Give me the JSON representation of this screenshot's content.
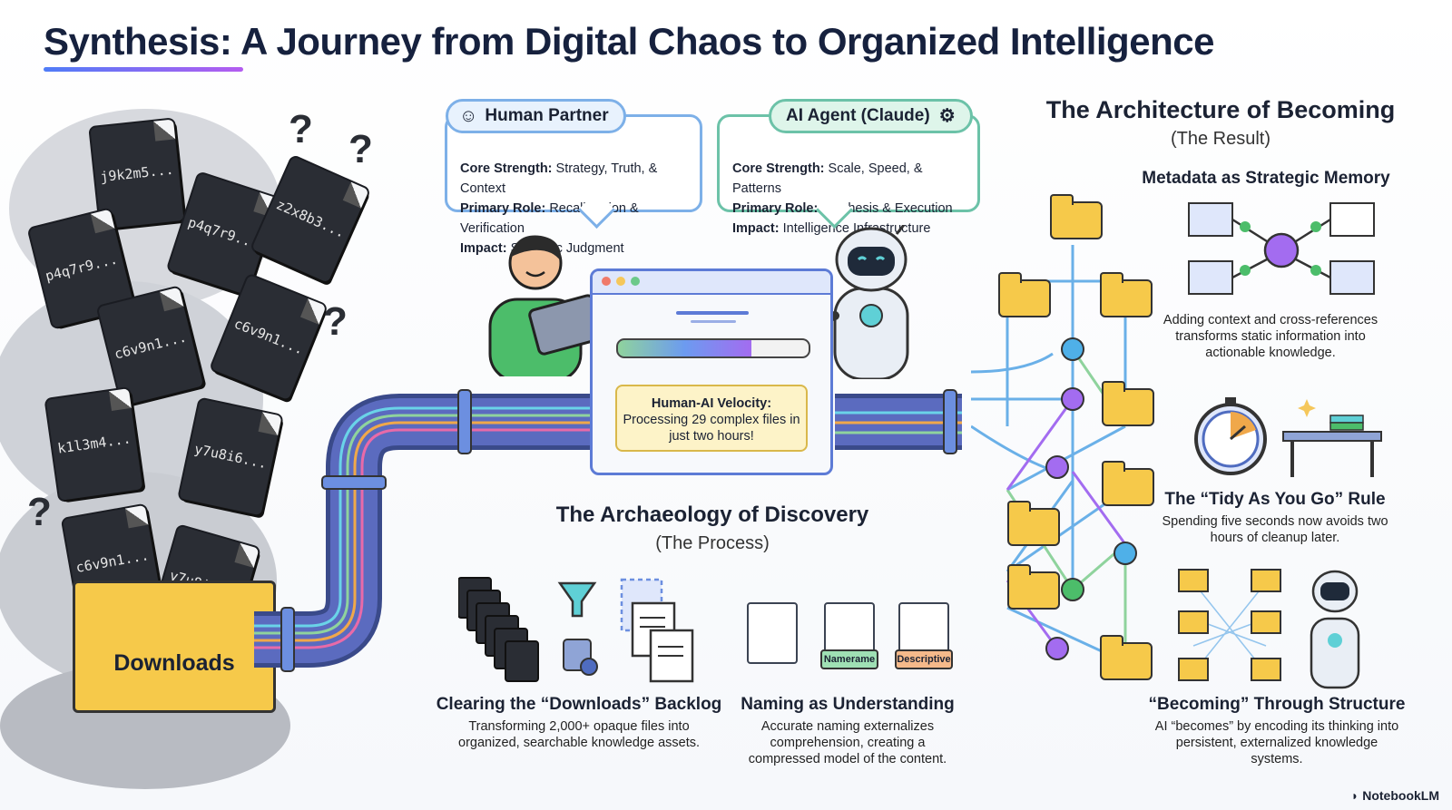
{
  "title": "Synthesis: A Journey from Digital Chaos to Organized Intelligence",
  "chaos": {
    "files": [
      "j9k2m5...",
      "p4q7r9...",
      "p4q7r9...",
      "z2x8b3...",
      "c6v9n1...",
      "c6v9n1...",
      "k1l3m4...",
      "y7u8i6...",
      "c6v9n1...",
      "y7u8i6..."
    ],
    "folder_label": "Downloads"
  },
  "human": {
    "name": "Human Partner",
    "lines": [
      {
        "key": "Core Strength:",
        "value": "Strategy, Truth, & Context"
      },
      {
        "key": "Primary Role:",
        "value": "Recalibration & Verification"
      },
      {
        "key": "Impact:",
        "value": "Strategic Judgment"
      }
    ]
  },
  "ai": {
    "name": "AI Agent (Claude)",
    "lines": [
      {
        "key": "Core Strength:",
        "value": "Scale, Speed, & Patterns"
      },
      {
        "key": "Primary Role:",
        "value": "Synthesis & Execution"
      },
      {
        "key": "Impact:",
        "value": "Intelligence Infrastructure"
      }
    ]
  },
  "velocity": {
    "heading": "Human-AI Velocity:",
    "text": "Processing 29 complex files in just two hours!"
  },
  "process": {
    "heading": "The Archaeology of Discovery",
    "sub": "(The Process)",
    "items": [
      {
        "title": "Clearing the “Downloads” Backlog",
        "text": "Transforming 2,000+ opaque files into organized, searchable knowledge assets."
      },
      {
        "title": "Naming as Understanding",
        "text": "Accurate naming externalizes comprehension, creating a compressed model of the content."
      }
    ],
    "tags": [
      "Namerame",
      "Descriptive"
    ]
  },
  "result": {
    "heading": "The Architecture of Becoming",
    "sub": "(The Result)",
    "items": [
      {
        "title": "Metadata as Strategic Memory",
        "text": "Adding context and cross-references transforms static information into actionable knowledge."
      },
      {
        "title": "The “Tidy As You Go” Rule",
        "text": "Spending five seconds now avoids two hours of cleanup later."
      },
      {
        "title": "“Becoming” Through Structure",
        "text": "AI “becomes” by encoding its thinking into persistent, externalized knowledge systems."
      }
    ]
  },
  "footer": "NotebookLM",
  "colors": {
    "human": "#7db0e8",
    "ai": "#6cc2a8",
    "folder": "#f6c94a",
    "velocity": "#fdf3c8"
  }
}
